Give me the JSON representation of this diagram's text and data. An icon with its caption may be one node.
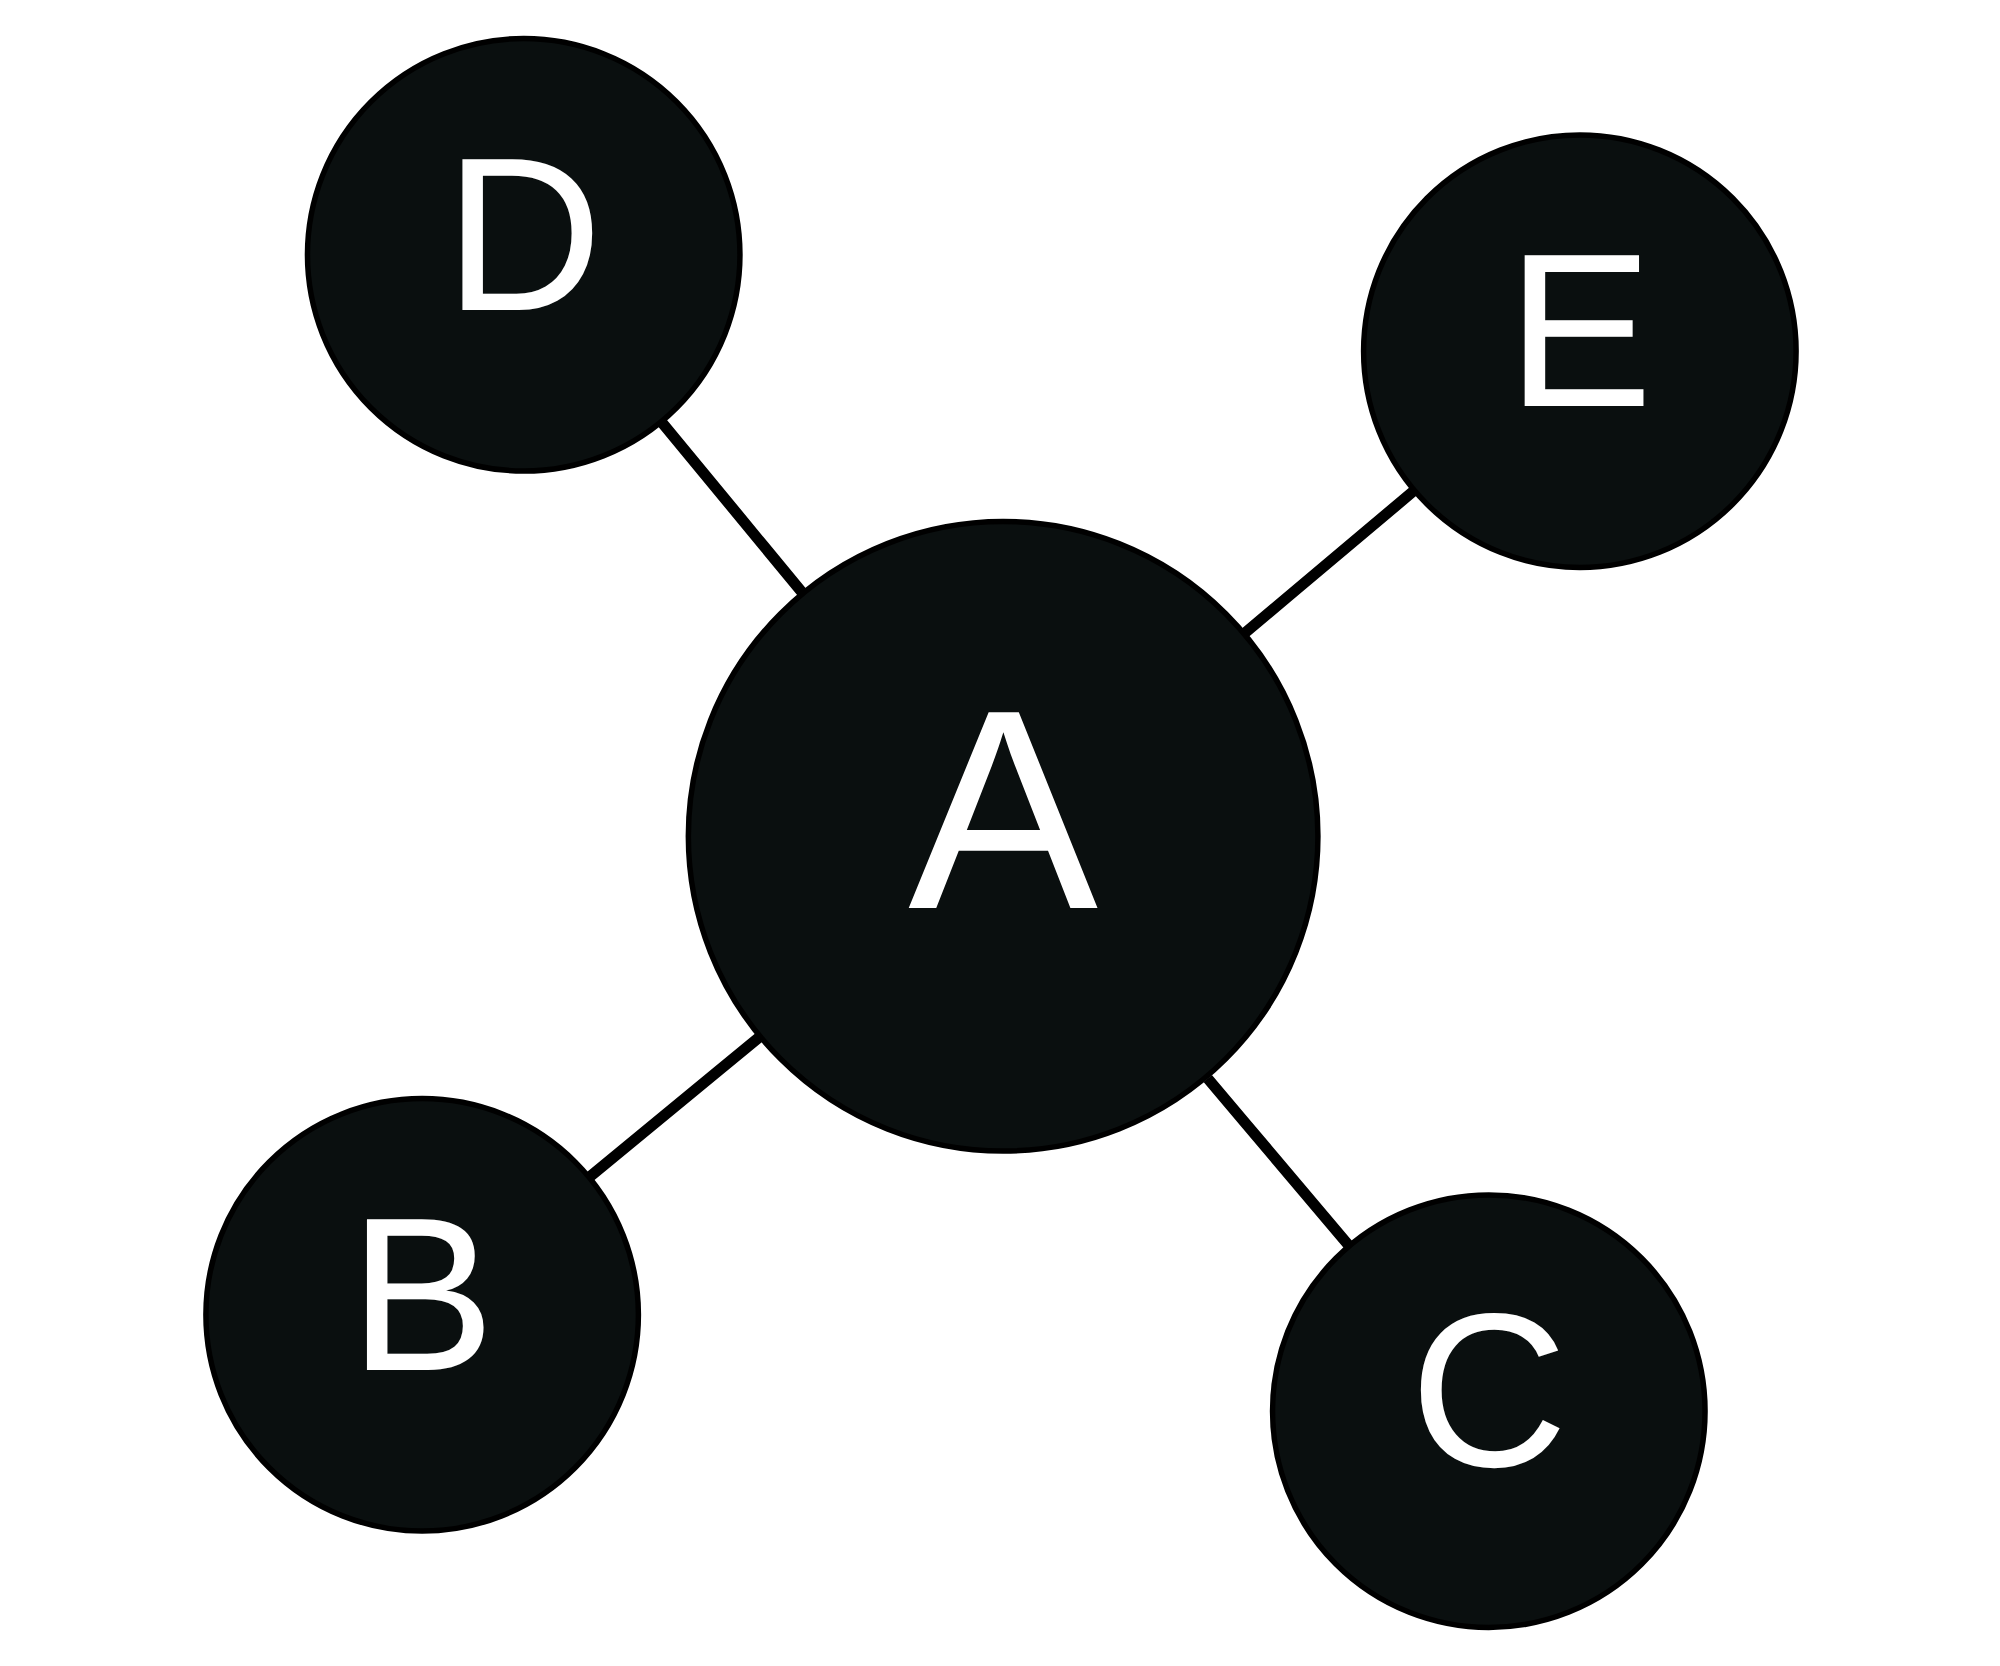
{
  "diagram": {
    "nodes": [
      {
        "text": [
          "B"
        ]
      },
      {
        "text": [
          "C"
        ]
      },
      {
        "text": [
          "A"
        ]
      },
      {
        "text": [
          "D"
        ]
      },
      {
        "text": [
          "E"
        ]
      }
    ],
    "edges": [
      {
        "from": 2,
        "to": 0,
        "arrow": "none"
      },
      {
        "from": 2,
        "to": 1,
        "arrow": "none"
      },
      {
        "from": 2,
        "to": 3,
        "arrow": "none"
      },
      {
        "from": 2,
        "to": 4,
        "arrow": "none"
      }
    ]
  }
}
